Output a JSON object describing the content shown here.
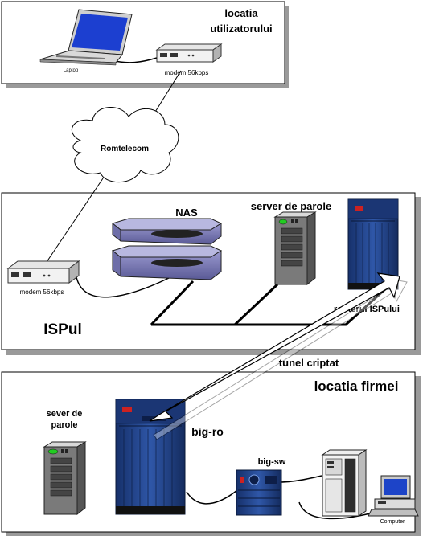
{
  "zones": {
    "user": {
      "title_line1": "locatia",
      "title_line2": "utilizatorului"
    },
    "isp": {
      "title": "ISPul"
    },
    "firm": {
      "title": "locatia firmei"
    }
  },
  "cloud": {
    "label": "Romtelecom"
  },
  "devices": {
    "laptop": "Laptop",
    "user_modem": "modem 56kbps",
    "isp_modem": "modem 56kbps",
    "nas": "NAS",
    "isp_password_server": "server de parole",
    "isp_router": "routerul ISPului",
    "firm_password_server_line1": "sever de",
    "firm_password_server_line2": "parole",
    "big_ro": "big-ro",
    "big_sw": "big-sw",
    "computer": "Computer"
  },
  "tunnel": {
    "label": "tunel criptat"
  }
}
